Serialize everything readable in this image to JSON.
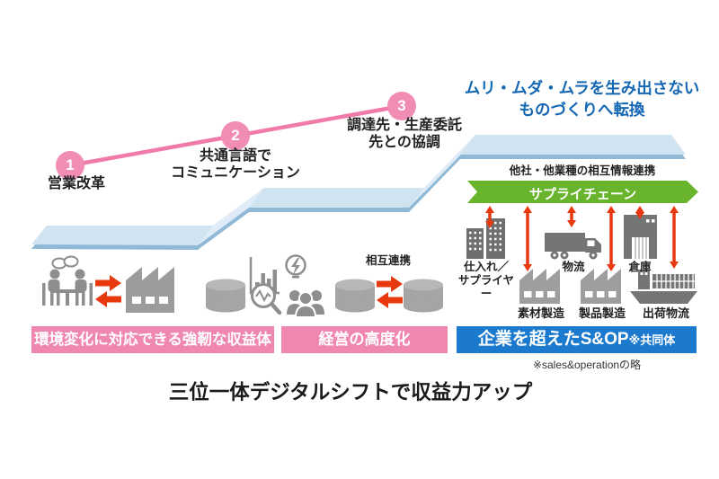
{
  "title": "三位一体デジタルシフトで収益力アップ",
  "heading": {
    "line1": "ムリ・ムダ・ムラを生み出さない",
    "line2": "ものづくりへ転換"
  },
  "steps": [
    {
      "number": "1",
      "label": "営業改革"
    },
    {
      "number": "2",
      "label": "共通言語で\nコミュニケーション"
    },
    {
      "number": "3",
      "label": "調達先・生産委託\n先との協調"
    }
  ],
  "left_panel": {
    "icons": [
      "meeting-icon",
      "exchange-arrows-icon",
      "factory-icon"
    ]
  },
  "middle_panel": {
    "mutual_label": "相互連携",
    "icons": [
      "database-icon",
      "bar-chart-icon",
      "magnifier-icon",
      "idea-icon",
      "people-icon",
      "database-icon",
      "exchange-arrows-icon",
      "database-icon"
    ]
  },
  "right_panel": {
    "info_label": "他社・他業種の相互情報連携",
    "supply_banner": "サプライチェーン",
    "upper_nodes": [
      {
        "label": "仕入れ／\nサプライヤー",
        "icon": "buildings-icon"
      },
      {
        "label": "物流",
        "icon": "truck-icon"
      },
      {
        "label": "倉庫",
        "icon": "warehouse-icon"
      }
    ],
    "lower_nodes": [
      {
        "label": "素材製造",
        "icon": "factory-icon"
      },
      {
        "label": "製品製造",
        "icon": "factory-icon"
      },
      {
        "label": "出荷物流",
        "icon": "ship-icon"
      }
    ]
  },
  "banners": [
    {
      "label": "環境変化に対応できる強靭な収益体"
    },
    {
      "label": "経営の高度化"
    },
    {
      "label": "企業を超えたS&OP",
      "suffix": "※共同体"
    }
  ],
  "footnote": "※sales&operationの略",
  "colors": {
    "pink_circle": "#f18db5",
    "pink_line": "#f07ba8",
    "pink_banner": "#ef87b0",
    "blue_banner": "#1b7ace",
    "blue_heading": "#1467b3",
    "green_banner": "#69b42d",
    "red_arrow": "#e8380d",
    "step_face": "#cfe3f1",
    "step_edge": "#8fb9d6",
    "icon_gray": "#8e8e8e"
  }
}
